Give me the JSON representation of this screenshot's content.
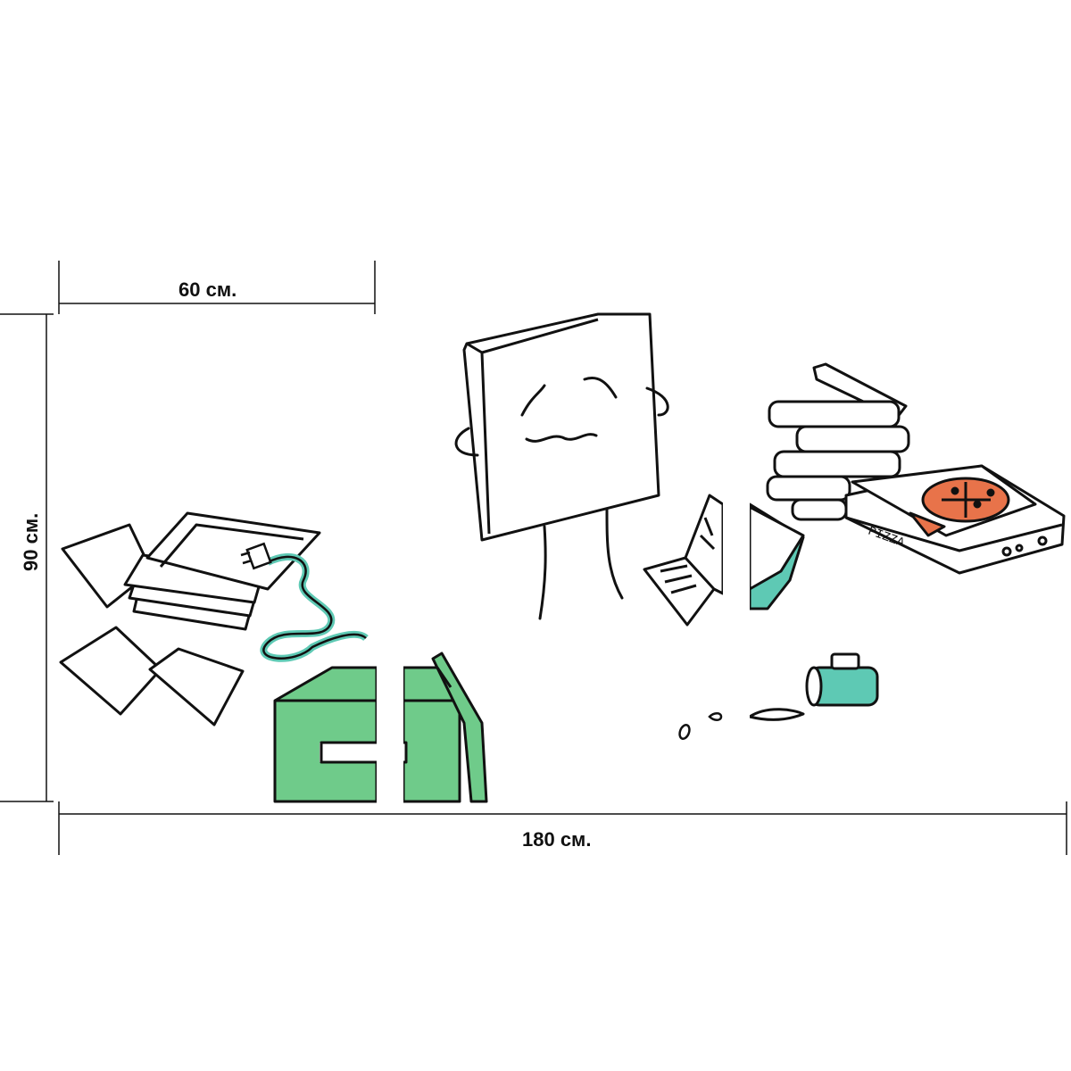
{
  "dimensions": {
    "panel_width": "60 см.",
    "total_width": "180 см.",
    "height": "90 см."
  },
  "artwork": {
    "pizza_box_text": "PIZZA"
  },
  "colors": {
    "green": "#6fcb8a",
    "teal": "#5ec9b4",
    "pizza": "#e8734a",
    "line": "#111111"
  }
}
